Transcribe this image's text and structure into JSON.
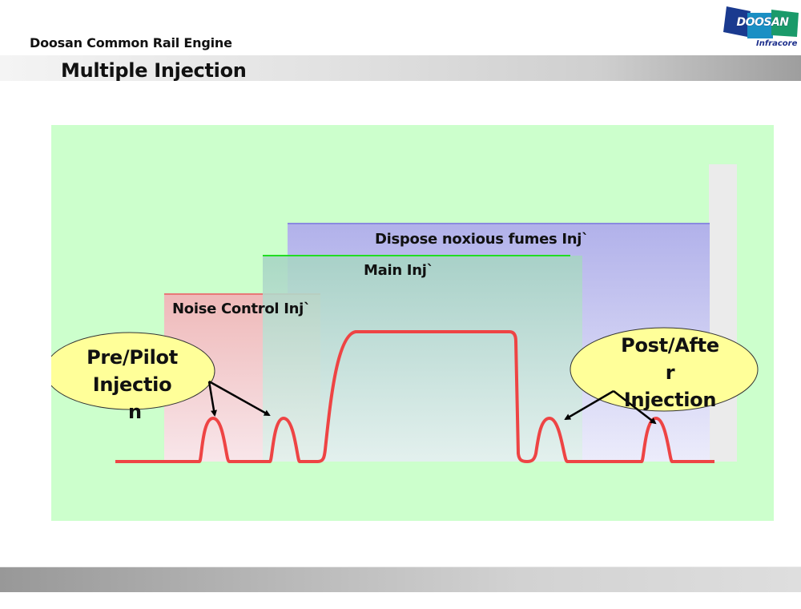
{
  "header": {
    "subtitle": "Doosan Common Rail Engine",
    "title": "Multiple Injection"
  },
  "logo": {
    "brand": "DOOSAN",
    "division": "Infracore",
    "colors": [
      "#1a3a8f",
      "#1a8fc4",
      "#1a9a6a"
    ]
  },
  "diagram": {
    "background_color": "#ccffcc",
    "zones": [
      {
        "id": "noise-control",
        "label": "Noise Control Inj`",
        "color": "#f0b8b8",
        "edge_color": "#e87878"
      },
      {
        "id": "main",
        "label": "Main Inj`",
        "color": "#a8d4c4",
        "edge_color": "#22dd22"
      },
      {
        "id": "dispose-noxious",
        "label": "Dispose noxious fumes Inj`",
        "color": "#b4b4ec",
        "edge_color": "#8080e0"
      }
    ],
    "pulses": [
      {
        "name": "pilot-1",
        "type": "pre"
      },
      {
        "name": "pilot-2",
        "type": "pre"
      },
      {
        "name": "main",
        "type": "main"
      },
      {
        "name": "post-1",
        "type": "post"
      },
      {
        "name": "post-2",
        "type": "post"
      }
    ],
    "curve_color": "#ee4444",
    "callouts": [
      {
        "id": "pre-pilot",
        "lines": [
          "Pre/Pilot",
          "Injectio",
          "n"
        ]
      },
      {
        "id": "post-after",
        "lines": [
          "Post/Afte",
          "r",
          "Injection"
        ]
      }
    ]
  }
}
